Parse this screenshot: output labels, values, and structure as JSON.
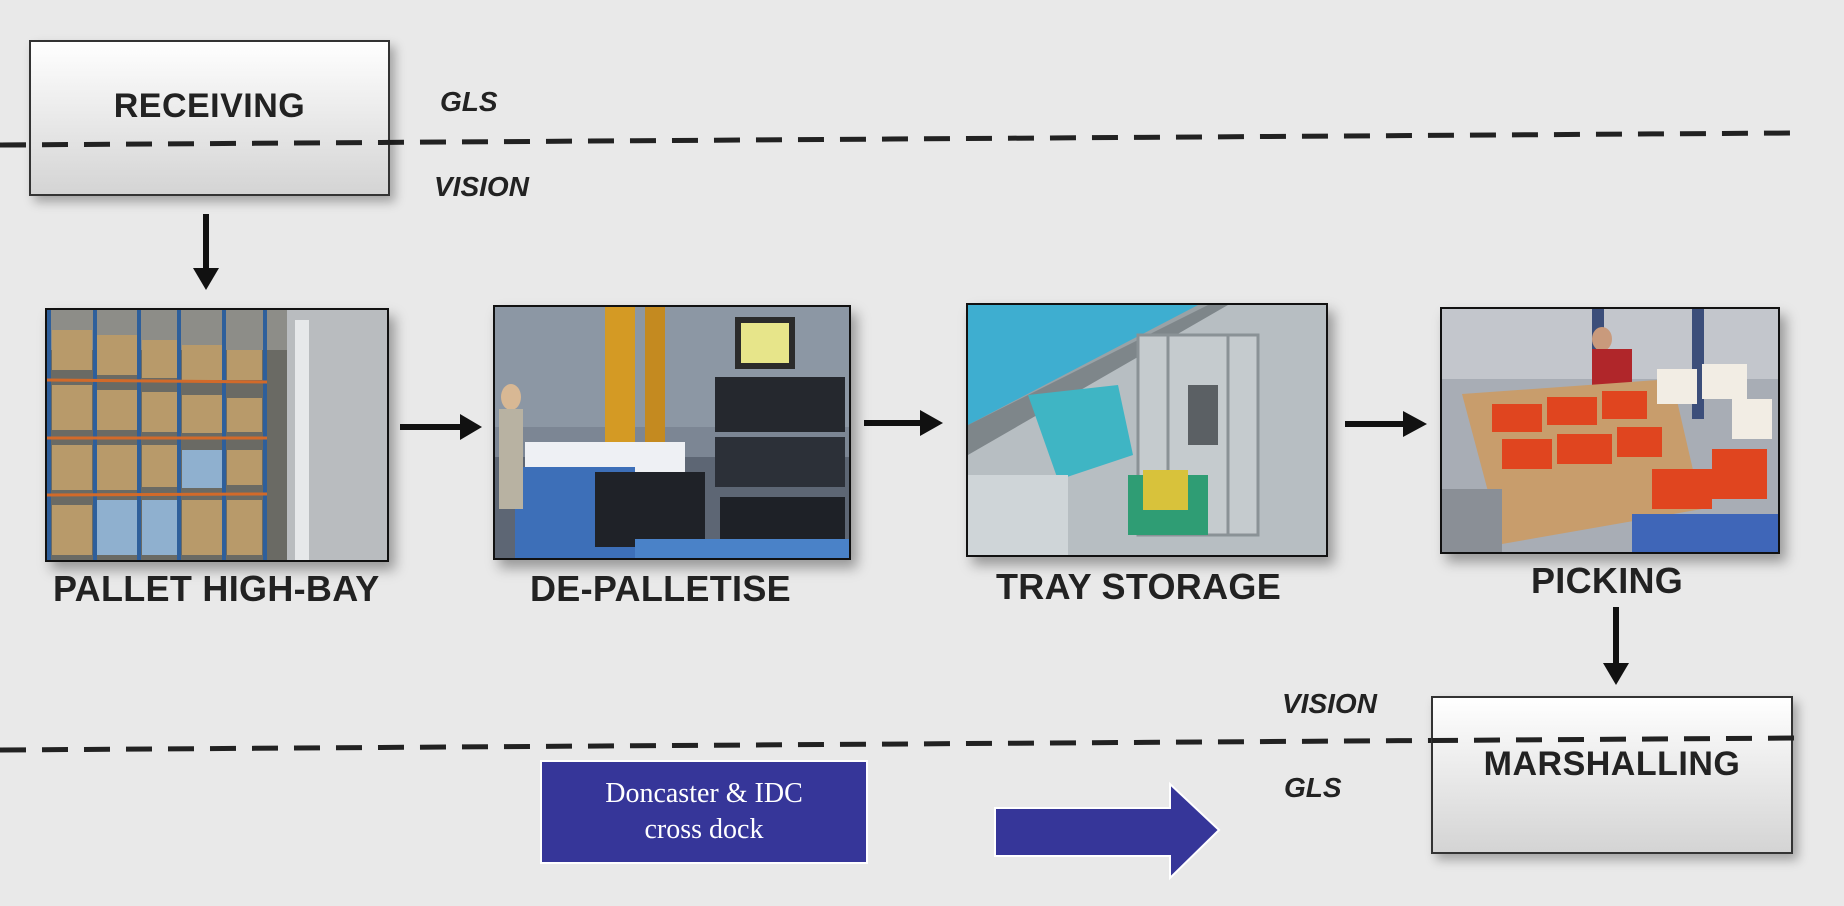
{
  "zones": {
    "top_upper": "GLS",
    "top_lower": "VISION",
    "bottom_upper": "VISION",
    "bottom_lower": "GLS"
  },
  "boxes": {
    "receiving": "RECEIVING",
    "marshalling": "MARSHALLING"
  },
  "stages": [
    {
      "label": "PALLET HIGH-BAY"
    },
    {
      "label": "DE-PALLETISE"
    },
    {
      "label": "TRAY STORAGE"
    },
    {
      "label": "PICKING"
    }
  ],
  "note": {
    "line1": "Doncaster & IDC",
    "line2": "cross dock"
  },
  "colors": {
    "note_fill": "#363699",
    "arrow_fill": "#363699"
  }
}
